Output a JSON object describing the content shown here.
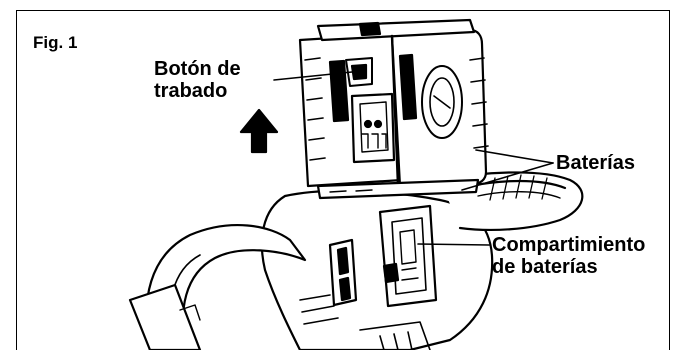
{
  "figure": {
    "number_label": "Fig. 1"
  },
  "callouts": {
    "locking_button": {
      "line1": "Botón de",
      "line2": "trabado"
    },
    "batteries": "Baterías",
    "battery_compartment": {
      "line1": "Compartimiento",
      "line2": "de baterías"
    }
  },
  "colors": {
    "ink": "#000000",
    "paper": "#ffffff",
    "shade": "#bfbfbf"
  },
  "icons": {
    "direction_arrow": "arrow-up-icon"
  }
}
